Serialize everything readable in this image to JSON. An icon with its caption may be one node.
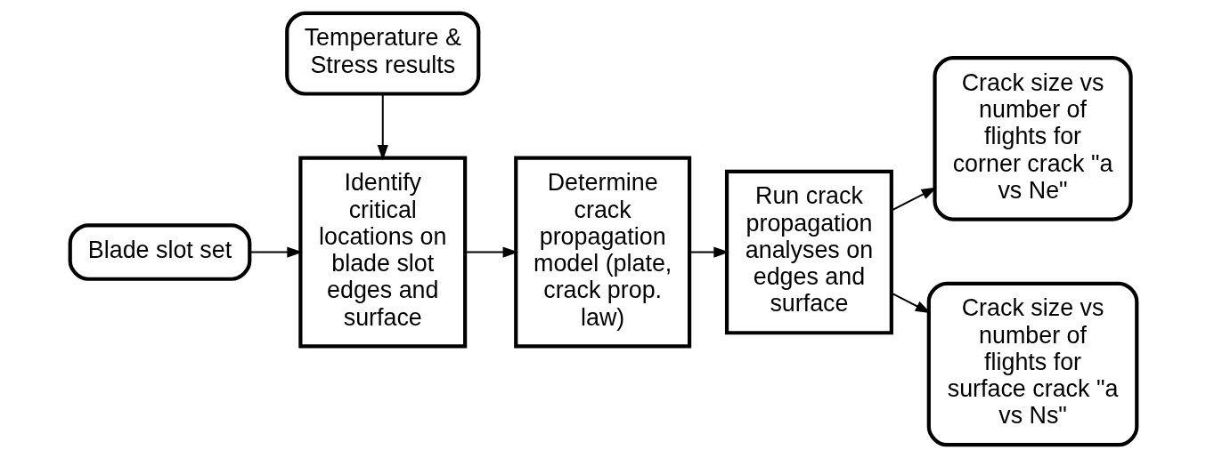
{
  "diagram": {
    "nodes": [
      {
        "text": [
          "Blade slot set"
        ]
      },
      {
        "text": [
          "Identify critical locations on blade slot edges and surface"
        ]
      },
      {
        "text": [
          "Temperature & Stress results"
        ]
      },
      {
        "text": [
          "Determine crack propagation model (plate, crack prop. law)"
        ]
      },
      {
        "text": [
          "Run crack propagation analyses on edges and surface"
        ]
      },
      {
        "text": [
          "Crack size vs number of flights for corner crack \"a vs Ne\""
        ]
      },
      {
        "text": [
          "Crack size vs number of flights for surface crack \"a vs Ns\""
        ]
      }
    ],
    "edges": [
      {
        "from": 0,
        "to": 1,
        "arrow": "to"
      },
      {
        "from": 2,
        "to": 1,
        "arrow": "to"
      },
      {
        "from": 1,
        "to": 3,
        "arrow": "to"
      },
      {
        "from": 3,
        "to": 4,
        "arrow": "to"
      },
      {
        "from": 4,
        "to": 5,
        "arrow": "to"
      },
      {
        "from": 4,
        "to": 6,
        "arrow": "to"
      }
    ]
  }
}
